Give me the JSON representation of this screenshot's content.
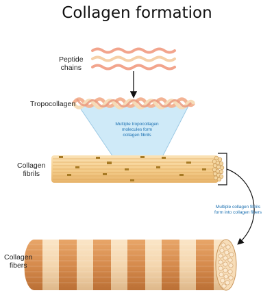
{
  "title": "Collagen formation",
  "labels": {
    "peptide_chains_line1": "Peptide",
    "peptide_chains_line2": "chains",
    "tropocollagen": "Tropocollagen",
    "collagen_fibrils_line1": "Collagen",
    "collagen_fibrils_line2": "fibrils",
    "collagen_fibers_line1": "Collagen",
    "collagen_fibers_line2": "fibers"
  },
  "notes": {
    "tropo_line1": "Multiple tropocollagen",
    "tropo_line2": "molecules form",
    "tropo_line3": "collagen fibrils",
    "fibrils_line1": "Multiple collagen fibrils",
    "fibrils_line2": "form into collagen fibers"
  },
  "colors": {
    "chain_pink": "#f2a48c",
    "chain_cream": "#f6d0a8",
    "fibril_tan": "#f5cf8e",
    "fiber_orange": "#d58a4c",
    "note_blue": "#1a6fb0",
    "cone_blue": "#cfeaf8"
  }
}
